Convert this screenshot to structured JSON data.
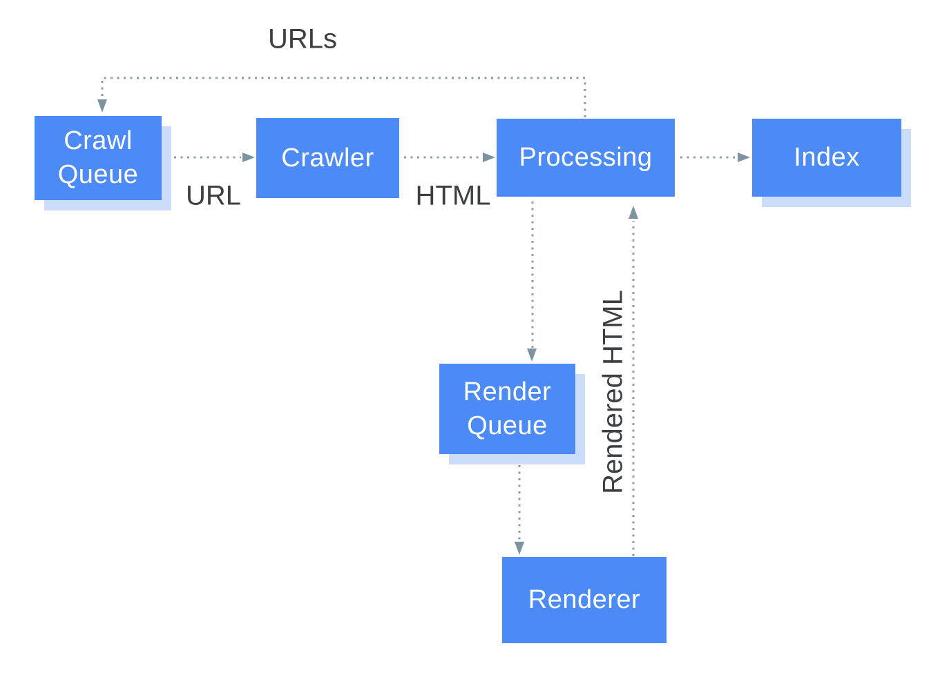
{
  "diagram": {
    "nodes": {
      "crawl_queue": {
        "label": "Crawl Queue"
      },
      "crawler": {
        "label": "Crawler"
      },
      "processing": {
        "label": "Processing"
      },
      "index": {
        "label": "Index"
      },
      "render_queue": {
        "label": "Render Queue"
      },
      "renderer": {
        "label": "Renderer"
      }
    },
    "edge_labels": {
      "urls": "URLs",
      "url": "URL",
      "html": "HTML",
      "rendered_html": "Rendered HTML"
    },
    "edges": [
      {
        "from": "Crawl Queue",
        "to": "Crawler",
        "label": "URL"
      },
      {
        "from": "Crawler",
        "to": "Processing",
        "label": "HTML"
      },
      {
        "from": "Processing",
        "to": "Index",
        "label": ""
      },
      {
        "from": "Processing",
        "to": "Crawl Queue",
        "label": "URLs"
      },
      {
        "from": "Processing",
        "to": "Render Queue",
        "label": ""
      },
      {
        "from": "Render Queue",
        "to": "Renderer",
        "label": ""
      },
      {
        "from": "Renderer",
        "to": "Processing",
        "label": "Rendered HTML"
      }
    ],
    "colors": {
      "node_fill": "#4C8BF5",
      "node_text": "#FFFFFF",
      "node_shadow": "#CBDDFA",
      "connector_dots": "#8C9DA8",
      "arrowhead": "#7E93A0",
      "edge_label_text": "#3C4043",
      "background": "#FFFFFF"
    }
  }
}
